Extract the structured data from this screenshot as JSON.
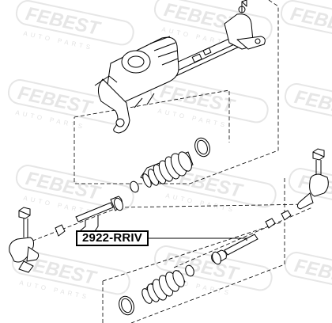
{
  "watermark": {
    "brand": "FEBEST",
    "subtitle": "AUTO PARTS"
  },
  "callout": {
    "part_number": "2922-RRIV"
  },
  "colors": {
    "line": "#000000",
    "watermark": "#e6e6e6",
    "background": "#ffffff"
  }
}
